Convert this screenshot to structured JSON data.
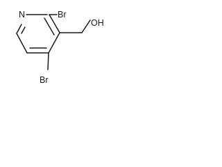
{
  "structure": {
    "labels": {
      "nitrogen": "N",
      "bromine_2": "Br",
      "bromine_4": "Br",
      "hydroxyl": "OH"
    }
  }
}
